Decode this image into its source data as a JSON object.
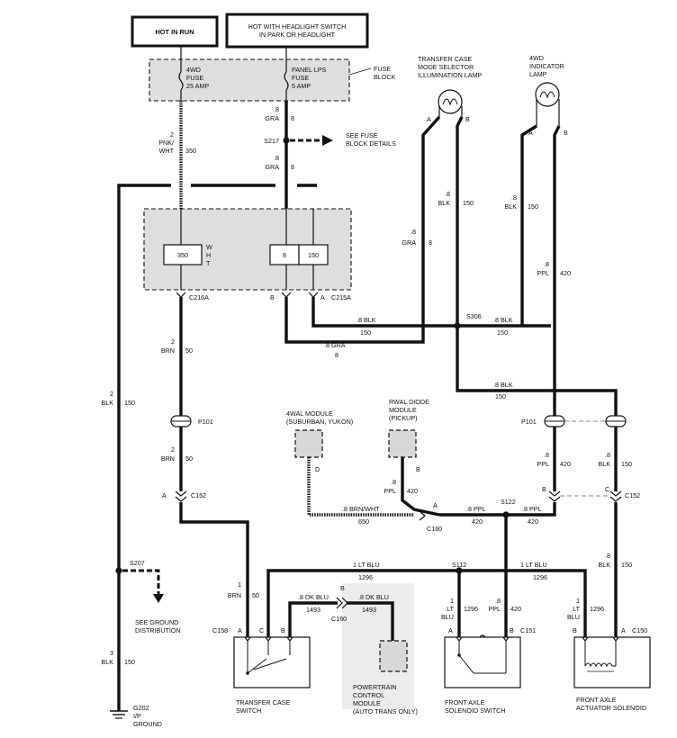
{
  "header": {
    "hot_in_run": "HOT IN RUN",
    "hot_headlight_line1": "HOT WITH HEADLIGHT SWITCH",
    "hot_headlight_line2": "IN PARK OR HEADLIGHT"
  },
  "fuse_block": {
    "label_line1": "FUSE",
    "label_line2": "BLOCK",
    "fuse_4wd": {
      "line1": "4WD",
      "line2": "FUSE",
      "line3": "25 AMP"
    },
    "fuse_panel": {
      "line1": "PANEL LPS",
      "line2": "FUSE",
      "line3": "5 AMP"
    }
  },
  "wires": {
    "w350_gauge": "2",
    "w350_color": "PNK/",
    "w350_color2": "WHT",
    "w350_num": "350",
    "gra8_gauge": ".8",
    "gra8_color": "GRA",
    "gra8_num": "8",
    "s217": "S217",
    "see_fuse_line1": "SEE FUSE",
    "see_fuse_line2": "BLOCK DETAILS",
    "gra8b_gauge": ".8",
    "gra8b_color": "GRA",
    "gra8b_num": "8",
    "blk150_left_gauge": "2",
    "blk150_left_color": "BLK",
    "blk150_left_num": "150",
    "brn50_gauge": "2",
    "brn50_color": "BRN",
    "brn50_num": "50",
    "brn50b_gauge": "2",
    "brn50b_color": "BRN",
    "brn50b_num": "50",
    "brn50c_gauge": "1",
    "brn50c_color": "BRN",
    "brn50c_num": "50",
    "blk150_bottom_gauge": "3",
    "blk150_bottom_color": "BLK",
    "blk150_bottom_num": "150",
    "tc_blk_gauge": ".8",
    "tc_blk_color": "BLK",
    "tc_blk_num": "150",
    "tc_gra_gauge": ".8",
    "tc_gra_color": "GRA",
    "tc_gra_num": "8",
    "ind_blk_gauge": ".8",
    "ind_blk_color": "BLK",
    "ind_blk_num": "150",
    "ind_ppl_gauge": ".8",
    "ind_ppl_color": "PPL",
    "ind_ppl_num": "420",
    "h_blk1": ".8 BLK",
    "h_blk1_num": "150",
    "h_blk2": ".8 BLK",
    "h_blk2_num": "150",
    "h_gra": ".8 GRA",
    "h_gra_num": "8",
    "h_blk3": ".8 BLK",
    "h_blk3_num": "150",
    "s306": "S306",
    "p101_left": "P101",
    "p101_right": "P101",
    "ppl420_right_gauge": ".8",
    "ppl420_right_color": "PPL",
    "ppl420_right_num": "420",
    "blk150_right_gauge": ".8",
    "blk150_right_color": "BLK",
    "blk150_right_num": "150",
    "blk150_right2_gauge": ".8",
    "blk150_right2_color": "BLK",
    "blk150_right2_num": "150",
    "c152_left": "C152",
    "c152_right": "C152",
    "rwal_ppl_gauge": ".8",
    "rwal_ppl_color": "PPL",
    "rwal_ppl_num": "420",
    "brn_wht": ".8 BRN/WHT",
    "brn_wht_num": "650",
    "c160": "C160",
    "ppl_h1": ".8 PPL",
    "ppl_h1_num": "420",
    "ppl_h2": ".8 PPL",
    "ppl_h2_num": "420",
    "s122": "S122",
    "s207": "S207",
    "see_ground_line1": "SEE GROUND",
    "see_ground_line2": "DISTRIBUTION",
    "lt_blu1": "1 LT BLU",
    "lt_blu1_num": "1296",
    "lt_blu2": "1 LT BLU",
    "lt_blu2_num": "1296",
    "s112": "S112",
    "dk_blu1": ".8 DK BLU",
    "dk_blu1_num": "1493",
    "dk_blu2": ".8 DK BLU",
    "dk_blu2_num": "1493",
    "c160b": "C160",
    "ltblu_v1_gauge": "1",
    "ltblu_v1_color": "LT",
    "ltblu_v1_color2": "BLU",
    "ltblu_v1_num": "1296",
    "ppl_v2_gauge": ".8",
    "ppl_v2_color": "PPL",
    "ppl_v2_num": "420",
    "ltblu_v3_gauge": "1",
    "ltblu_v3_color": "LT",
    "ltblu_v3_color2": "BLU",
    "ltblu_v3_num": "1296"
  },
  "connectors": {
    "c216a": "C216A",
    "c215a": "C215A",
    "c158": "C158",
    "c151": "C151",
    "c150": "C150",
    "b": "B",
    "a": "A",
    "c": "C",
    "d": "D"
  },
  "cluster": {
    "term_350": "350",
    "term_8": "8",
    "term_150": "150",
    "wht_w": "W",
    "wht_h": "H",
    "wht_t": "T"
  },
  "components": {
    "tc_lamp_line1": "TRANSFER CASE",
    "tc_lamp_line2": "MODE SELECTOR",
    "tc_lamp_line3": "ILLUMINATION  LAMP",
    "ind_lamp_line1": "4WD",
    "ind_lamp_line2": "INDICATOR",
    "ind_lamp_line3": "LAMP",
    "wal_line1": "4WAL MODULE",
    "wal_line2": "(SUBURBAN, YUKON)",
    "rwal_line1": "RWAL DIODE",
    "rwal_line2": "MODULE",
    "rwal_line3": "(PICKUP)",
    "tcs_line1": "TRANSFER CASE",
    "tcs_line2": "SWITCH",
    "pcm_line1": "POWERTRAIN",
    "pcm_line2": "CONTROL",
    "pcm_line3": "MODULE",
    "pcm_line4": "(AUTO TRANS ONLY)",
    "fas_line1": "FRONT AXLE",
    "fas_line2": "SOLENOID SWITCH",
    "faa_line1": "FRONT AXLE",
    "faa_line2": "ACTUATOR SOLENOID",
    "ground_line1": "G202",
    "ground_line2": "I/P",
    "ground_line3": "GROUND"
  }
}
